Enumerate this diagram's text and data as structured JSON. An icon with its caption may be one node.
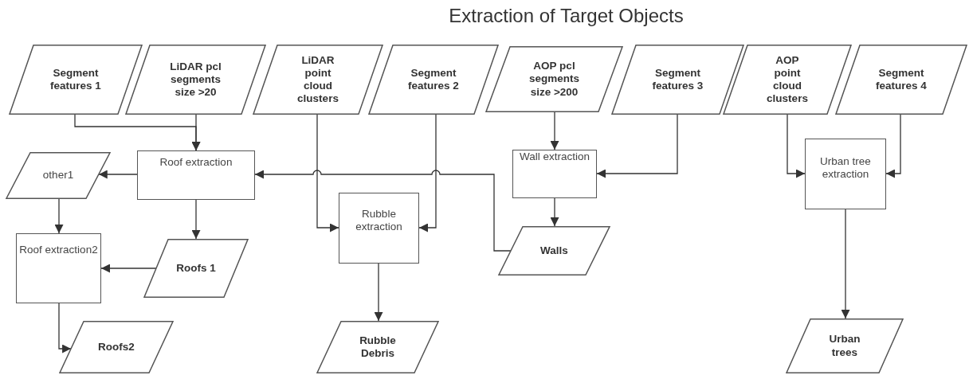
{
  "diagram": {
    "title": "Extraction of Target Objects",
    "nodes": [
      {
        "text": [
          "Segment features 1"
        ]
      },
      {
        "text": [
          "LiDAR pcl segments size >20"
        ]
      },
      {
        "text": [
          "LiDAR point cloud clusters"
        ]
      },
      {
        "text": [
          "Segment features 2"
        ]
      },
      {
        "text": [
          "AOP pcl segments size >200"
        ]
      },
      {
        "text": [
          "Segment features 3"
        ]
      },
      {
        "text": [
          "AOP point cloud clusters"
        ]
      },
      {
        "text": [
          "Segment features 4"
        ]
      },
      {
        "text": [
          "Roof extraction"
        ]
      },
      {
        "text": [
          "other1"
        ]
      },
      {
        "text": [
          "Roof extraction2"
        ]
      },
      {
        "text": [
          "Roofs 1"
        ]
      },
      {
        "text": [
          "Roofs2"
        ]
      },
      {
        "text": [
          "Rubble extraction"
        ]
      },
      {
        "text": [
          "Rubble Debris"
        ]
      },
      {
        "text": [
          "Wall extraction"
        ]
      },
      {
        "text": [
          "Walls"
        ]
      },
      {
        "text": [
          "Urban tree extraction"
        ]
      },
      {
        "text": [
          "Urban trees"
        ]
      }
    ],
    "edges": [
      {
        "from": 0,
        "to": 8,
        "arrow": "to"
      },
      {
        "from": 1,
        "to": 8,
        "arrow": "to"
      },
      {
        "from": 8,
        "to": 9,
        "arrow": "to"
      },
      {
        "from": 9,
        "to": 10,
        "arrow": "to"
      },
      {
        "from": 8,
        "to": 11,
        "arrow": "to"
      },
      {
        "from": 11,
        "to": 10,
        "arrow": "to"
      },
      {
        "from": 10,
        "to": 12,
        "arrow": "to"
      },
      {
        "from": 2,
        "to": 13,
        "arrow": "to"
      },
      {
        "from": 3,
        "to": 13,
        "arrow": "to"
      },
      {
        "from": 13,
        "to": 14,
        "arrow": "to"
      },
      {
        "from": 4,
        "to": 15,
        "arrow": "to"
      },
      {
        "from": 5,
        "to": 15,
        "arrow": "to"
      },
      {
        "from": 15,
        "to": 16,
        "arrow": "to"
      },
      {
        "from": 16,
        "to": 8,
        "arrow": "to"
      },
      {
        "from": 6,
        "to": 17,
        "arrow": "to"
      },
      {
        "from": 7,
        "to": 17,
        "arrow": "to"
      },
      {
        "from": 17,
        "to": 18,
        "arrow": "to"
      }
    ]
  }
}
